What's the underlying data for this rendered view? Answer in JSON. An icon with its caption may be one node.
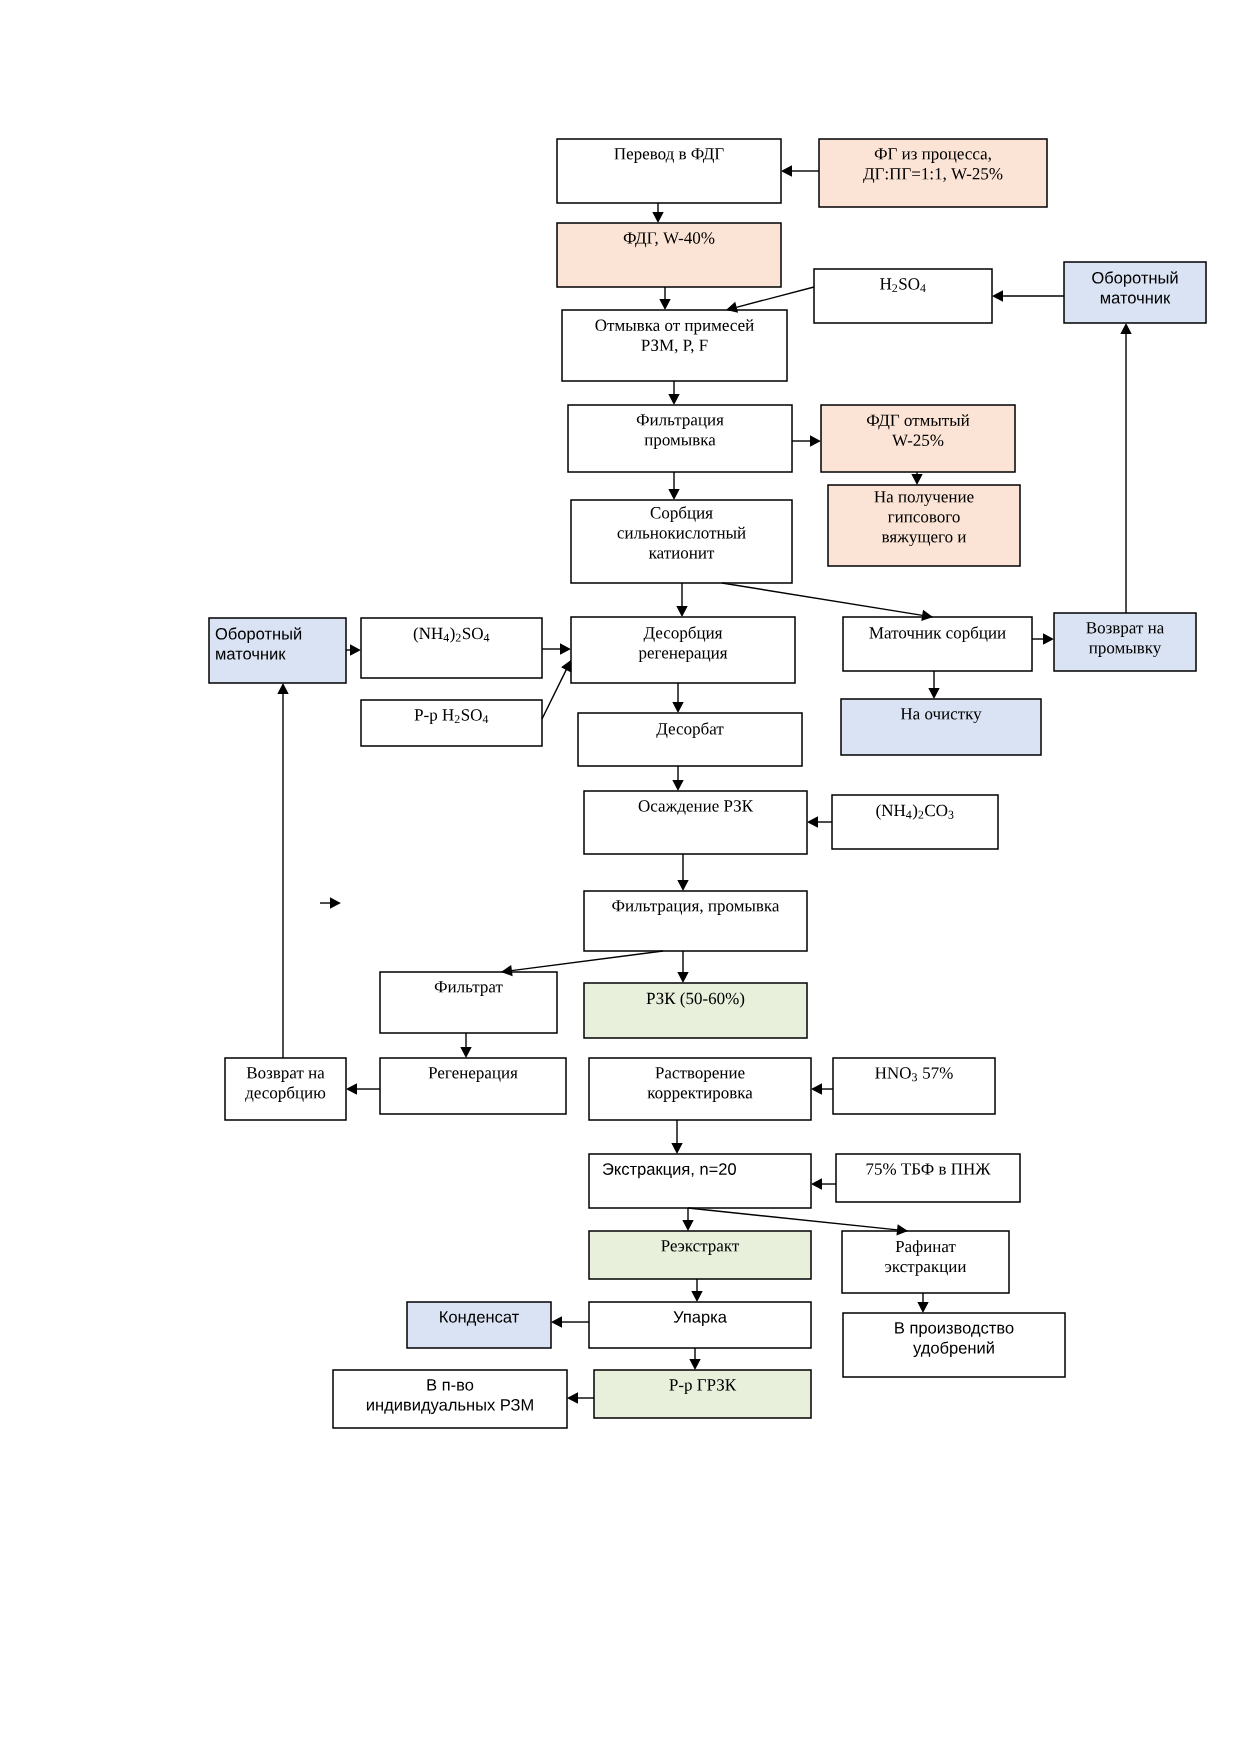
{
  "diagram": {
    "nodes": [
      {
        "text": [
          "Перевод в ФДГ"
        ]
      },
      {
        "text": [
          "ФГ из процесса, ДГ:ПГ=1:1, W-25%"
        ]
      },
      {
        "text": [
          "ФДГ, W-40%"
        ]
      },
      {
        "text": [
          "H$_{2}$SO$_{4}$"
        ]
      },
      {
        "text": [
          "Оборотный маточник"
        ]
      },
      {
        "text": [
          "Отмывка от примесей РЗМ, P, F"
        ]
      },
      {
        "text": [
          "Фильтрация промывка"
        ]
      },
      {
        "text": [
          "ФДГ отмытый W-25%"
        ]
      },
      {
        "text": [
          "На получение гипсового вяжущего и"
        ]
      },
      {
        "text": [
          "Сорбция сильнокислотный катионит"
        ]
      },
      {
        "text": [
          "Оборотный маточник"
        ]
      },
      {
        "text": [
          "(NH$_{4}$)$_{2}$SO$_{4}$"
        ]
      },
      {
        "text": [
          "Десорбция регенерация"
        ]
      },
      {
        "text": [
          "Маточник сорбции"
        ]
      },
      {
        "text": [
          "Возврат на промывку"
        ]
      },
      {
        "text": [
          "Р-р H$_{2}$SO$_{4}$"
        ]
      },
      {
        "text": [
          "Десорбат"
        ]
      },
      {
        "text": [
          "На очистку"
        ]
      },
      {
        "text": [
          "Осаждение РЗК"
        ]
      },
      {
        "text": [
          "(NH$_{4}$)$_{2}$CO$_{3}$"
        ]
      },
      {
        "text": [
          "Фильтрация, промывка"
        ]
      },
      {
        "text": [
          "Фильтрат"
        ]
      },
      {
        "text": [
          "РЗК (50-60%)"
        ]
      },
      {
        "text": [
          "Возврат на десорбцию"
        ]
      },
      {
        "text": [
          "Регенерация"
        ]
      },
      {
        "text": [
          "Растворение корректировка"
        ]
      },
      {
        "text": [
          "HNO$_{3}$ 57%"
        ]
      },
      {
        "text": [
          "Экстракция, n=20"
        ]
      },
      {
        "text": [
          "75% ТБФ в ПНЖ"
        ]
      },
      {
        "text": [
          "Реэкстракт"
        ]
      },
      {
        "text": [
          "Рафинат экстракции"
        ]
      },
      {
        "text": [
          "Конденсат"
        ]
      },
      {
        "text": [
          "Упарка"
        ]
      },
      {
        "text": [
          "В производство удобрений"
        ]
      },
      {
        "text": [
          "В п-во индивидуальных РЗМ"
        ]
      },
      {
        "text": [
          "Р-р ГРЗК"
        ]
      }
    ],
    "edges": [
      {
        "from": 1,
        "to": 0,
        "arrow": "to"
      },
      {
        "from": 0,
        "to": 2,
        "arrow": "to"
      },
      {
        "from": 2,
        "to": 5,
        "arrow": "to"
      },
      {
        "from": 3,
        "to": 5,
        "arrow": "to"
      },
      {
        "from": 4,
        "to": 3,
        "arrow": "to"
      },
      {
        "from": 5,
        "to": 6,
        "arrow": "to"
      },
      {
        "from": 6,
        "to": 7,
        "arrow": "to"
      },
      {
        "from": 7,
        "to": 8,
        "arrow": "to"
      },
      {
        "from": 6,
        "to": 9,
        "arrow": "to"
      },
      {
        "from": 9,
        "to": 12,
        "arrow": "to"
      },
      {
        "from": 9,
        "to": 13,
        "arrow": "to"
      },
      {
        "from": 13,
        "to": 14,
        "arrow": "to"
      },
      {
        "from": 14,
        "to": 4,
        "arrow": "to"
      },
      {
        "from": 13,
        "to": 17,
        "arrow": "to"
      },
      {
        "from": 10,
        "to": 11,
        "arrow": "to"
      },
      {
        "from": 11,
        "to": 12,
        "arrow": "to"
      },
      {
        "from": 15,
        "to": 12,
        "arrow": "to"
      },
      {
        "from": 12,
        "to": 16,
        "arrow": "to"
      },
      {
        "from": 16,
        "to": 18,
        "arrow": "to"
      },
      {
        "from": 19,
        "to": 18,
        "arrow": "to"
      },
      {
        "from": 18,
        "to": 20,
        "arrow": "to"
      },
      {
        "from": 20,
        "to": 21,
        "arrow": "to"
      },
      {
        "from": 20,
        "to": 22,
        "arrow": "to"
      },
      {
        "from": 21,
        "to": 24,
        "arrow": "to"
      },
      {
        "from": 24,
        "to": 23,
        "arrow": "to"
      },
      {
        "from": 23,
        "to": 10,
        "arrow": "to"
      },
      {
        "from": 25,
        "to": 27,
        "arrow": "to"
      },
      {
        "from": 26,
        "to": 25,
        "arrow": "to"
      },
      {
        "from": 28,
        "to": 27,
        "arrow": "to"
      },
      {
        "from": 27,
        "to": 29,
        "arrow": "to"
      },
      {
        "from": 27,
        "to": 30,
        "arrow": "to"
      },
      {
        "from": 30,
        "to": 33,
        "arrow": "to"
      },
      {
        "from": 29,
        "to": 32,
        "arrow": "to"
      },
      {
        "from": 32,
        "to": 31,
        "arrow": "to"
      },
      {
        "from": 32,
        "to": 35,
        "arrow": "to"
      },
      {
        "from": 35,
        "to": 34,
        "arrow": "to"
      }
    ]
  }
}
